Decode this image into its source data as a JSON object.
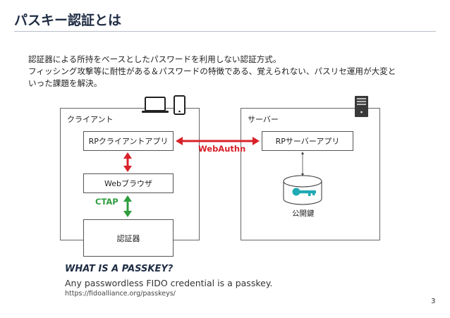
{
  "title": "パスキー認証とは",
  "intro": {
    "line1": "認証器による所持をベースとしたパスワードを利用しない認証方式。",
    "line2": "フィッシング攻撃等に耐性がある＆パスワードの特徴である、覚えられない、パスリセ運用が大変と",
    "line3": "いった課題を解決。"
  },
  "diagram": {
    "client_panel_label": "クライアント",
    "server_panel_label": "サーバー",
    "rp_client_app": "RPクライアントアプリ",
    "web_browser": "Webブラウザ",
    "authenticator": "認証器",
    "rp_server_app": "RPサーバーアプリ",
    "public_key": "公開鍵",
    "webauthn": "WebAuthn",
    "ctap": "CTAP",
    "colors": {
      "webauthn": "#d8212a",
      "ctap": "#2e9d3e",
      "key": "#1fa9b4"
    }
  },
  "passkey": {
    "heading": "WHAT IS A PASSKEY?",
    "description": "Any passwordless FIDO credential is a passkey.",
    "url": "https://fidoalliance.org/passkeys/"
  },
  "page_number": "3"
}
